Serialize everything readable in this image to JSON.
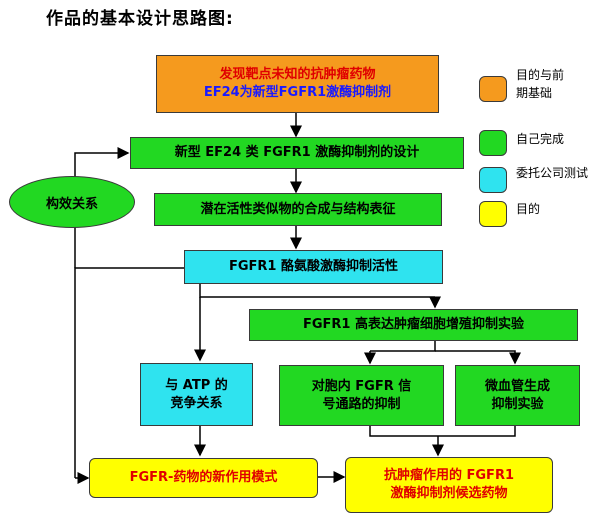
{
  "title": "作品的基本设计思路图:",
  "ellipse": "构效关系",
  "boxes": {
    "top_line1": "发现靶点未知的抗肿瘤药物",
    "top_line2": "EF24为新型FGFR1激酶抑制剂",
    "design": "新型 EF24 类 FGFR1 激酶抑制剂的设计",
    "synthesis": "潜在活性类似物的合成与结构表征",
    "activity": "FGFR1 酪氨酸激酶抑制活性",
    "cell": "FGFR1 高表达肿瘤细胞增殖抑制实验",
    "atp_line1": "与 ATP 的",
    "atp_line2": "竞争关系",
    "signal_line1": "对胞内 FGFR 信",
    "signal_line2": "号通路的抑制",
    "angio_line1": "微血管生成",
    "angio_line2": "抑制实验",
    "mode": "FGFR-药物的新作用模式",
    "final_line1": "抗肿瘤作用的 FGFR1",
    "final_line2": "激酶抑制剂候选药物"
  },
  "legend": [
    {
      "color": "#f59a1e",
      "line1": "目的与前",
      "line2": "期基础"
    },
    {
      "color": "#22d822",
      "line1": "自己完成",
      "line2": ""
    },
    {
      "color": "#2fe3ef",
      "line1": "委托公司测试",
      "line2": ""
    },
    {
      "color": "#ffff00",
      "line1": "目的",
      "line2": ""
    }
  ]
}
